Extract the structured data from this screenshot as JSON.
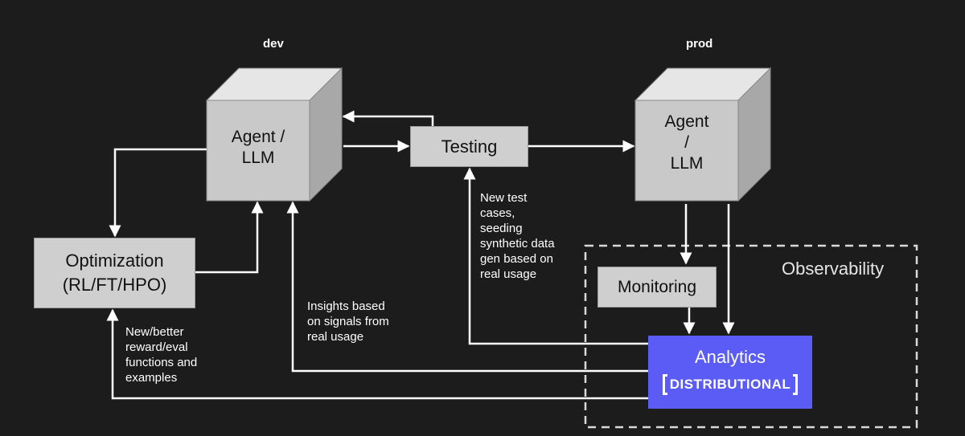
{
  "dev_label": "dev",
  "prod_label": "prod",
  "dev_agent": {
    "line1": "Agent /",
    "line2": "LLM"
  },
  "prod_agent": {
    "line1": "Agent",
    "line2": "/",
    "line3": "LLM"
  },
  "testing": "Testing",
  "optimization": {
    "line1": "Optimization",
    "line2": "(RL/FT/HPO)"
  },
  "monitoring": "Monitoring",
  "observability": "Observability",
  "analytics": {
    "title": "Analytics",
    "brand": "DISTRIBUTIONAL"
  },
  "notes": {
    "test_cases": "New test\ncases,\nseeding\nsynthetic data\ngen based on\nreal usage",
    "insights": "Insights based\non signals from\nreal usage",
    "reward": "New/better\nreward/eval\nfunctions and\nexamples"
  },
  "colors": {
    "background": "#1c1c1c",
    "box_fill": "#cfcfcf",
    "cube_front": "#c9c9c9",
    "cube_top": "#e6e6e6",
    "cube_side": "#a8a8a8",
    "analytics": "#5a5cf5",
    "arrow": "#ffffff",
    "observability_border": "#d9d9d9"
  }
}
